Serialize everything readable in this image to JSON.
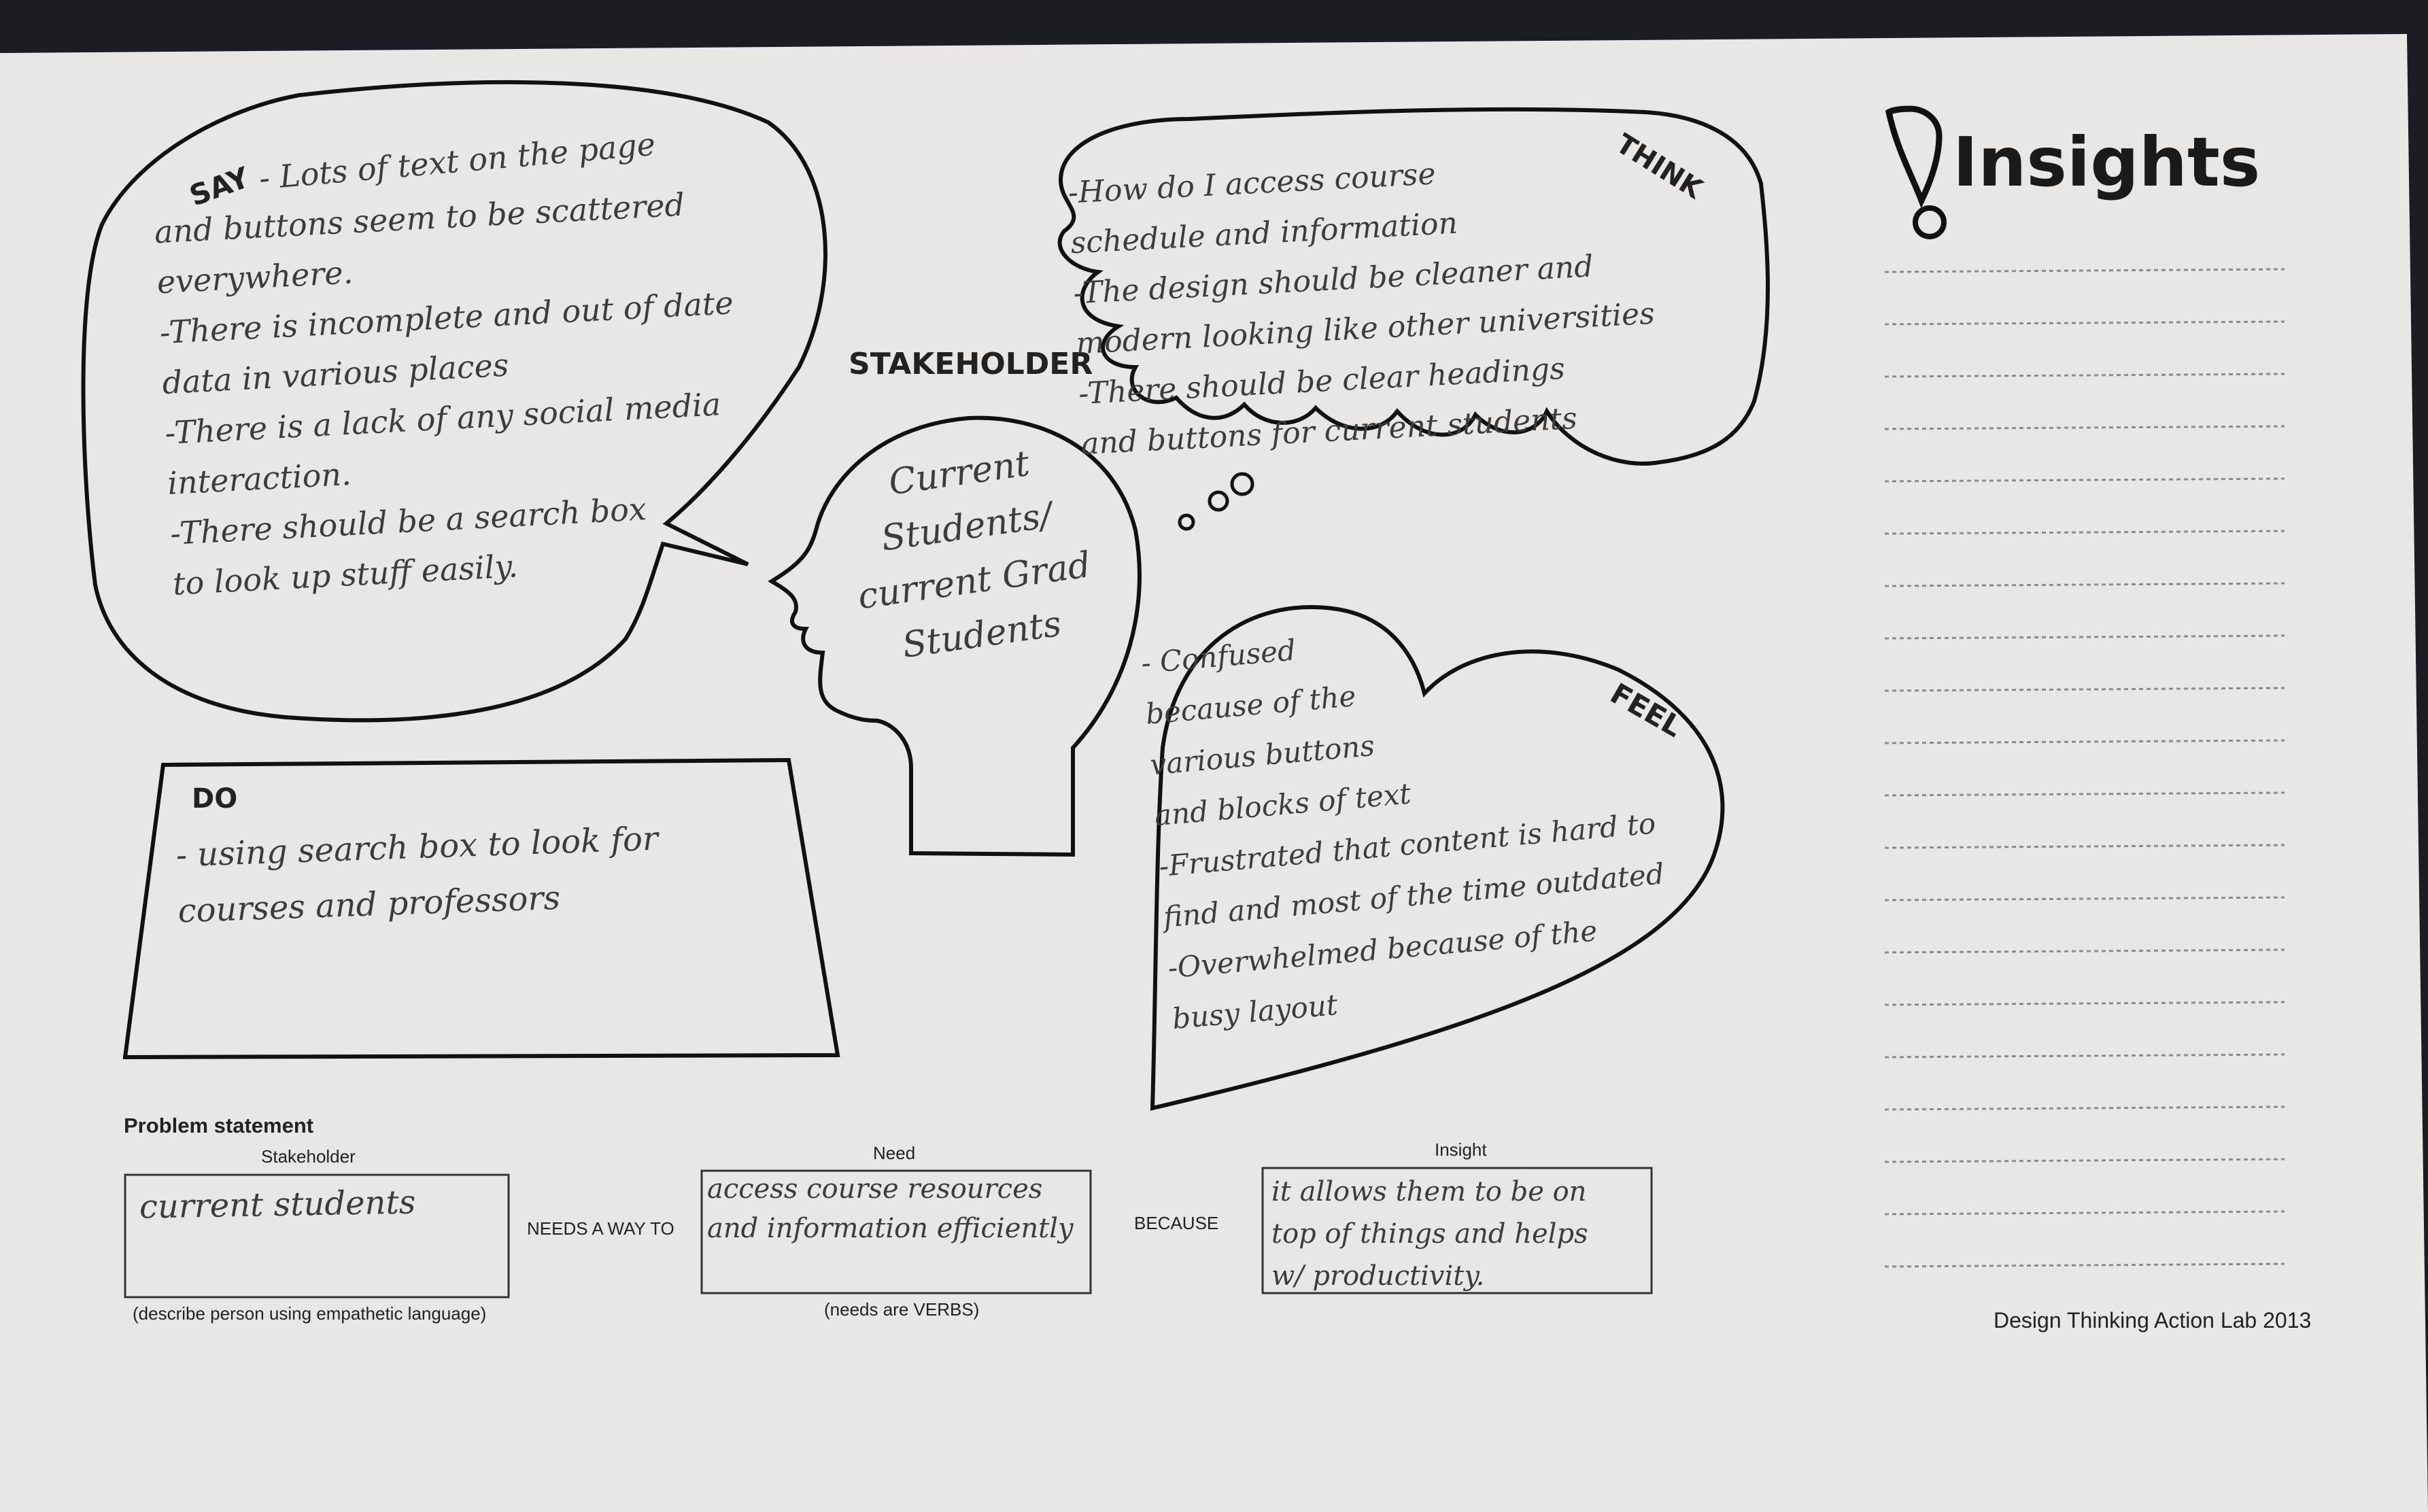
{
  "worksheet": {
    "stakeholder_heading": "STAKEHOLDER",
    "stakeholder_value": "Current\nStudents/\ncurrent Grad\nStudents",
    "say": {
      "label": "SAY",
      "first_line": "- Lots of text on the page",
      "text": "and buttons seem to be scattered\neverywhere.\n-There is incomplete and out of date\ndata in various places\n-There is a lack of any social media\ninteraction.\n-There should be a search box\nto look up stuff easily."
    },
    "think": {
      "label": "THINK",
      "text": "-How do I access course\nschedule and information\n-The design should be cleaner and\nmodern looking like other universities\n-There should be clear headings\nand buttons for current students"
    },
    "feel": {
      "label": "FEEL",
      "text": "- Confused\nbecause of the\nvarious buttons\nand blocks of text\n-Frustrated that content is hard to\nfind and most of the time outdated\n-Overwhelmed because of the\nbusy layout"
    },
    "do": {
      "label": "DO",
      "text": "- using search box to look for\ncourses and professors"
    }
  },
  "problem_statement": {
    "title": "Problem statement",
    "stakeholder_label": "Stakeholder",
    "stakeholder_value": "current students",
    "stakeholder_hint": "(describe person using empathetic language)",
    "needs_connector": "NEEDS A WAY TO",
    "need_label": "Need",
    "need_value": "access course resources\nand information efficiently",
    "need_hint": "(needs are VERBS)",
    "because_connector": "BECAUSE",
    "insight_label": "Insight",
    "insight_value": "it allows them to be on\ntop of things and helps\nw/ productivity."
  },
  "insights_panel": {
    "title": "Insights",
    "line_count": 20
  },
  "footer": {
    "credit": "Design Thinking Action Lab 2013"
  },
  "colors": {
    "paper": "#e8e7e6",
    "ink": "#222222",
    "pencil": "#3c3c3c",
    "background": "#1c1d22"
  }
}
